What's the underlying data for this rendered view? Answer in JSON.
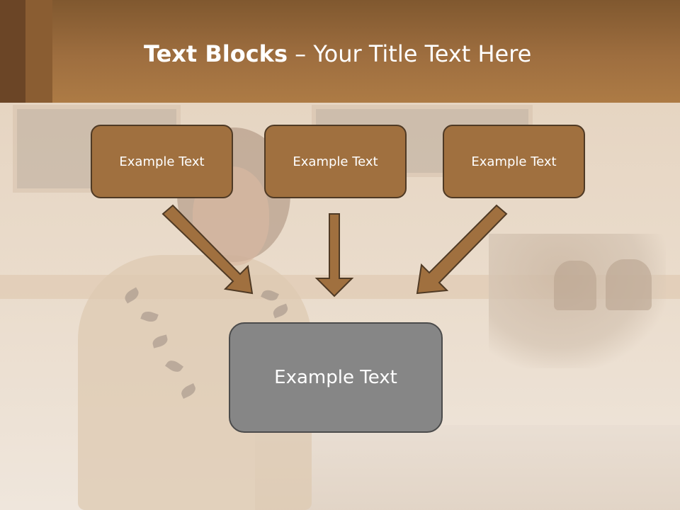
{
  "title": {
    "bold_part": "Text Blocks",
    "rest_part": " – Your Title Text Here"
  },
  "blocks": [
    {
      "label": "Example Text"
    },
    {
      "label": "Example Text"
    },
    {
      "label": "Example Text"
    }
  ],
  "main_block": {
    "label": "Example Text"
  },
  "colors": {
    "header_brown": "#a0703f",
    "box_fill": "#a0703f",
    "box_border": "#4f3a25",
    "arrow_fill": "#a0703f",
    "main_box_fill": "#868686"
  }
}
